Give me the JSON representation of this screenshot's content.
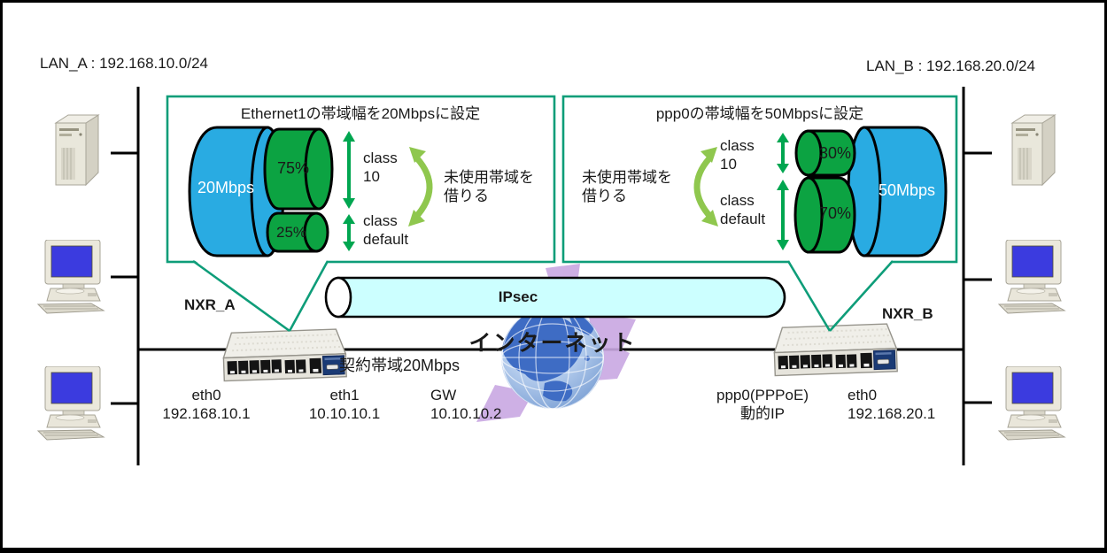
{
  "lan_a": {
    "label": "LAN_A : 192.168.10.0/24"
  },
  "lan_b": {
    "label": "LAN_B : 192.168.20.0/24"
  },
  "qos_a": {
    "title": "Ethernet1の帯域幅を20Mbpsに設定",
    "total_bandwidth": "20Mbps",
    "class10_share": "75%",
    "default_share": "25%",
    "class10_label": "class\n10",
    "default_label": "class\ndefault",
    "borrow_label": "未使用帯域を\n借りる"
  },
  "qos_b": {
    "title": "ppp0の帯域幅を50Mbpsに設定",
    "total_bandwidth": "50Mbps",
    "class10_share": "30%",
    "default_share": "70%",
    "class10_label": "class\n10",
    "default_label": "class\ndefault",
    "borrow_label": "未使用帯域を\n借りる"
  },
  "wan": {
    "tunnel_label": "IPsec",
    "internet_label": "インターネット",
    "contract_bandwidth": "契約帯域20Mbps",
    "gateway": "GW\n10.10.10.2"
  },
  "router_a": {
    "name": "NXR_A",
    "lan_interface": "eth0\n192.168.10.1",
    "wan_interface": "eth1\n10.10.10.1"
  },
  "router_b": {
    "name": "NXR_B",
    "wan_interface": "ppp0(PPPoE)\n動的IP",
    "lan_interface": "eth0\n192.168.20.1"
  },
  "colors": {
    "callout_border": "#0e9d79",
    "cylinder_blue": "#29abe2",
    "cylinder_green": "#0ca342",
    "arrow_green": "#00a650",
    "borrow_arrow_green": "#8fc74e",
    "tunnel_fill": "#ccffff",
    "internet_brush_purple": "#c9a7e2"
  }
}
